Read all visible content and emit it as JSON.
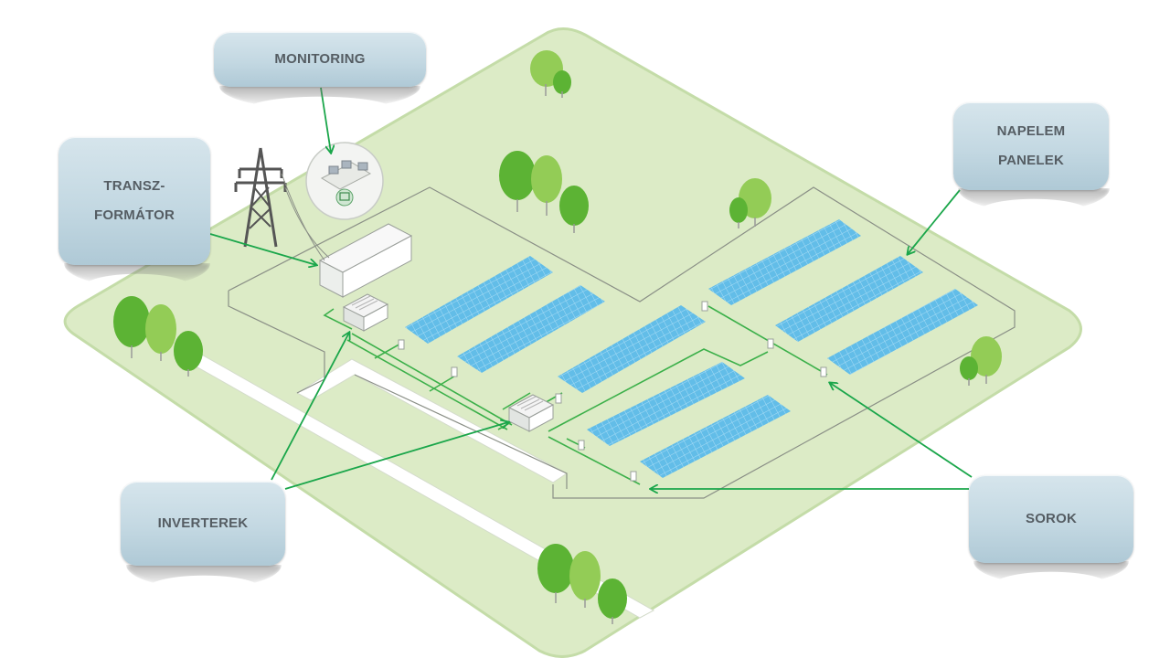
{
  "diagram": {
    "title": "Solar power plant components",
    "colors": {
      "ground": "#dcebc6",
      "ground_border": "#c4dca8",
      "panel": "#62bde8",
      "panel_grid": "#a8dcf5",
      "arrow": "#1aa64a",
      "cable": "#3cb04a",
      "fence": "#8a8f86",
      "tree_dark": "#5cb334",
      "tree_light": "#93cc56",
      "tower": "#555555",
      "callout_text": "#555d63"
    },
    "callouts": {
      "monitoring": "MONITORING",
      "transformer_line1": "TRANSZ-",
      "transformer_line2": "FORMÁTOR",
      "solar_panels_line1": "NAPELEM",
      "solar_panels_line2": "PANELEK",
      "inverters": "INVERTEREK",
      "strings": "SOROK"
    }
  }
}
